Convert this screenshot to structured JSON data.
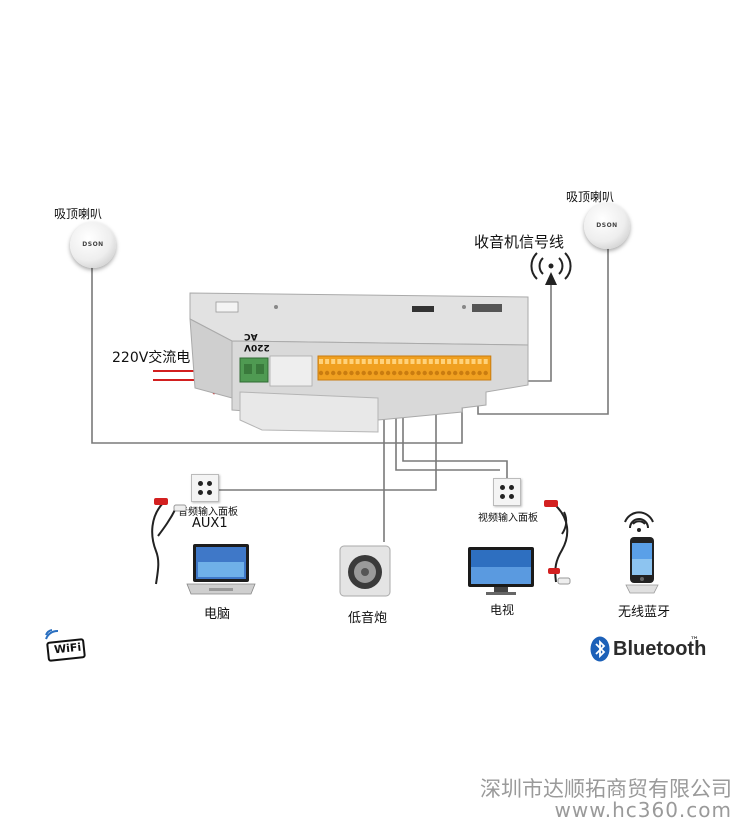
{
  "labels": {
    "speaker_left": "吸顶喇叭",
    "speaker_right": "吸顶喇叭",
    "speaker_brand": "DSON",
    "radio_signal": "收音机信号线",
    "power": "220V交流电",
    "audio_panel": "音频输入面板",
    "aux": "AUX1",
    "computer": "电脑",
    "subwoofer": "低音炮",
    "video_panel": "视频输入面板",
    "tv": "电视",
    "bluetooth_device": "无线蓝牙",
    "wifi": "WiFi",
    "bluetooth": "Bluetooth",
    "trademark": "™",
    "device_voltage": "220V",
    "device_ac": "AC"
  },
  "footer": {
    "company": "深圳市达顺拓商贸有限公司",
    "website": "www.hc360.com"
  },
  "colors": {
    "wire": "#7a7a7a",
    "power_wire": "#d21f1f",
    "terminal": "#f0a020",
    "terminal_dark": "#c97c10",
    "device_body": "#d9d9d9",
    "bluetooth_blue": "#1c60b8",
    "footer_text": "#9a9a9a"
  }
}
